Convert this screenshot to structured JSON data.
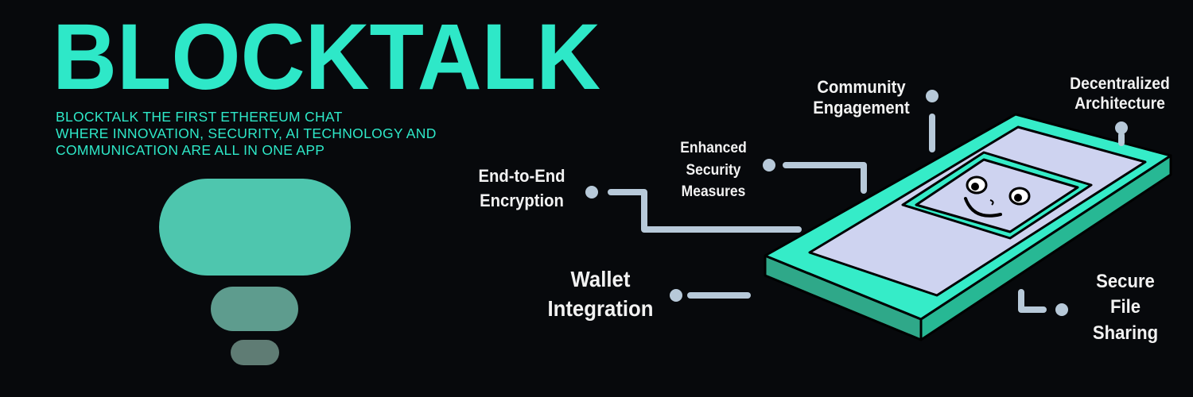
{
  "brand": {
    "title": "BLOCKTALK",
    "tagline_lines": [
      "BLOCKTALK THE FIRST ETHEREUM CHAT",
      "WHERE INNOVATION, SECURITY, AI TECHNOLOGY AND",
      "COMMUNICATION ARE ALL IN ONE APP"
    ]
  },
  "features": {
    "community": [
      "Community",
      "Engagement"
    ],
    "decentralized": [
      "Decentralized",
      "Architecture"
    ],
    "enhanced": [
      "Enhanced",
      "Security",
      "Measures"
    ],
    "e2e": [
      "End-to-End",
      "Encryption"
    ],
    "wallet": [
      "Wallet",
      "Integration"
    ],
    "sharing": [
      "Secure",
      "File",
      "Sharing"
    ]
  },
  "colors": {
    "background": "#07090c",
    "accent": "#2ee8c8",
    "screen": "#ced3f0",
    "connector": "#b7c9d9",
    "label": "#f2f2f2"
  }
}
